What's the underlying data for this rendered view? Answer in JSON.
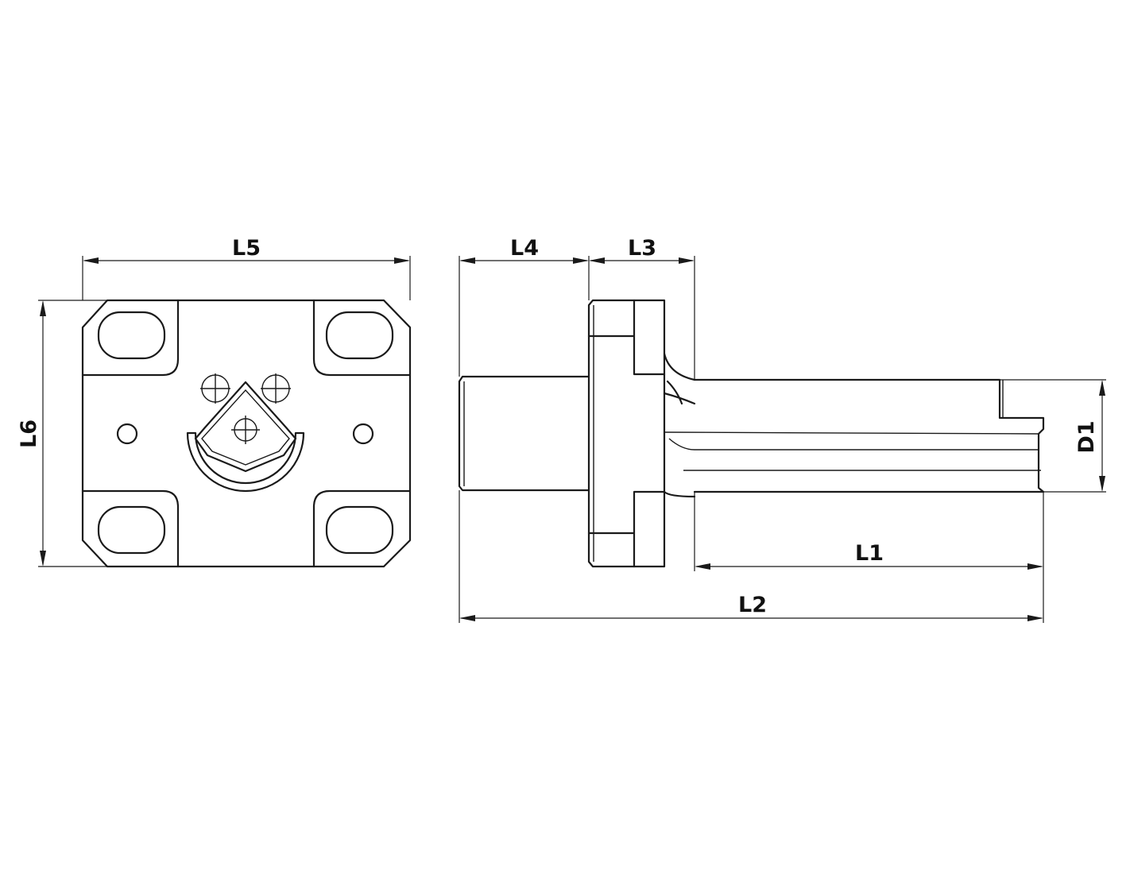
{
  "labels": {
    "L1": "L1",
    "L2": "L2",
    "L3": "L3",
    "L4": "L4",
    "L5": "L5",
    "L6": "L6",
    "D1": "D1"
  },
  "colors": {
    "line": "#1a1a1a",
    "background": "#ffffff"
  }
}
